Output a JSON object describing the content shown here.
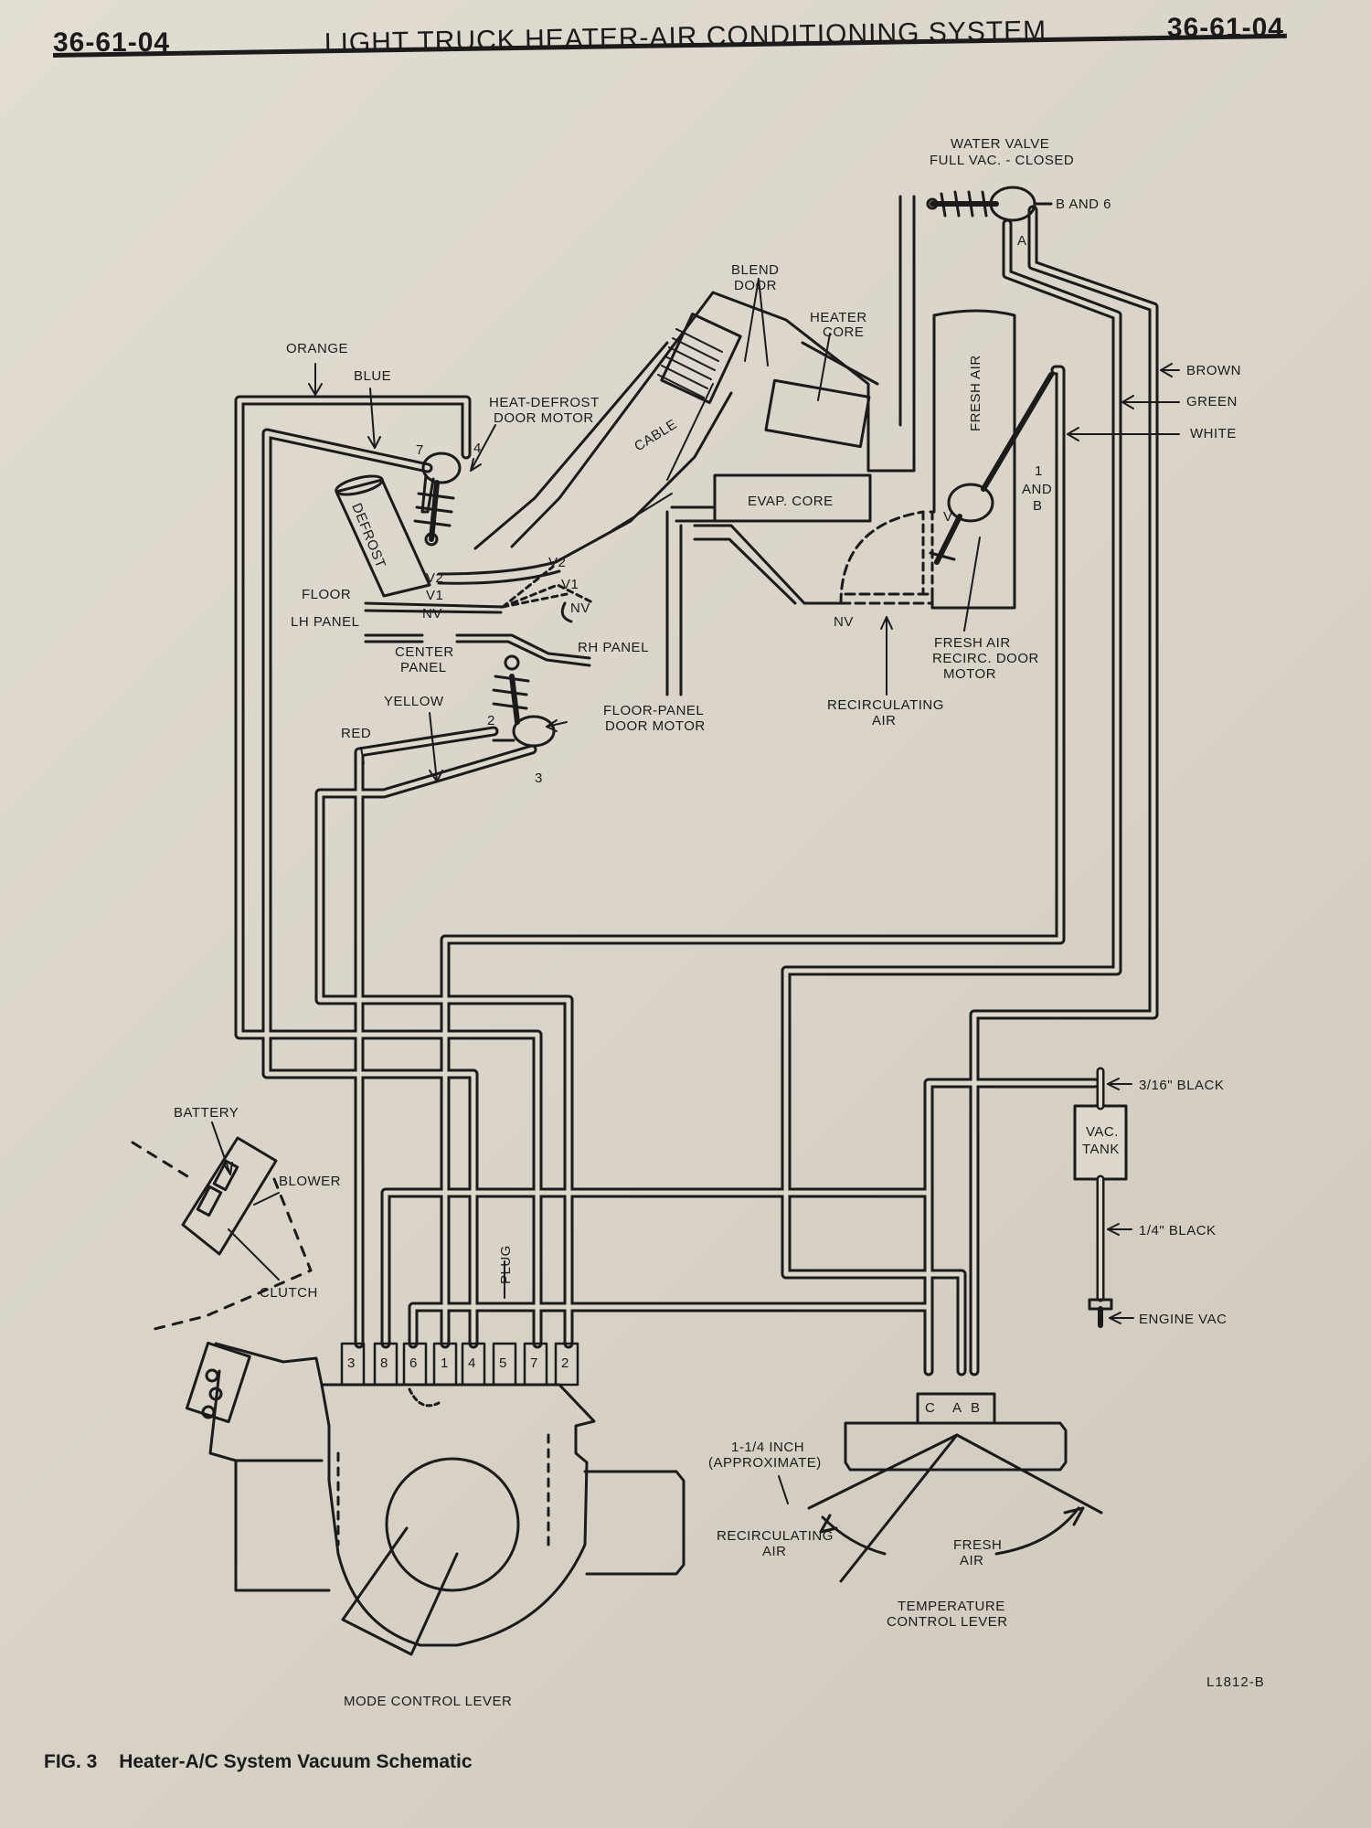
{
  "header": {
    "left_code": "36-61-04",
    "title": "LIGHT TRUCK HEATER-AIR CONDITIONING SYSTEM",
    "right_code": "36-61-04"
  },
  "labels": {
    "water_valve": "WATER VALVE",
    "full_vac_closed": "FULL VAC. - CLOSED",
    "b_and_6": "B AND 6",
    "port_a": "A",
    "blend_door_1": "BLEND",
    "blend_door_2": "DOOR",
    "heater_core_1": "HEATER",
    "heater_core_2": "CORE",
    "fresh_air": "FRESH AIR",
    "brown": "BROWN",
    "green": "GREEN",
    "white": "WHITE",
    "one": "1",
    "and": "AND",
    "b": "B",
    "orange": "ORANGE",
    "blue": "BLUE",
    "heat_defrost_1": "HEAT-DEFROST",
    "heat_defrost_2": "DOOR MOTOR",
    "port_7": "7",
    "port_4": "4",
    "cable": "CABLE",
    "defrost": "DEFROST",
    "evap_core": "EVAP. CORE",
    "v_small": "V",
    "v2": "V2",
    "v1": "V1",
    "nv": "NV",
    "floor": "FLOOR",
    "lh_panel": "LH PANEL",
    "center_panel_1": "CENTER",
    "center_panel_2": "PANEL",
    "rh_panel": "RH PANEL",
    "fresh_recirc_1": "FRESH AIR",
    "fresh_recirc_2": "RECIRC. DOOR",
    "fresh_recirc_3": "MOTOR",
    "recirc_air_1": "RECIRCULATING",
    "recirc_air_2": "AIR",
    "yellow": "YELLOW",
    "red": "RED",
    "floor_panel_1": "FLOOR-PANEL",
    "floor_panel_2": "DOOR MOTOR",
    "port_2": "2",
    "port_3": "3",
    "black_316": "3/16\" BLACK",
    "vac_tank_1": "VAC.",
    "vac_tank_2": "TANK",
    "black_14": "1/4\" BLACK",
    "engine_vac": "ENGINE VAC",
    "battery": "BATTERY",
    "blower": "BLOWER",
    "clutch": "CLUTCH",
    "plug": "PLUG",
    "ports": [
      "3",
      "8",
      "6",
      "1",
      "4",
      "5",
      "7",
      "2"
    ],
    "port_c": "C",
    "port_a2": "A",
    "port_b2": "B",
    "inch_1": "1-1/4 INCH",
    "inch_2": "(APPROXIMATE)",
    "recirc_lever_1": "RECIRCULATING",
    "recirc_lever_2": "AIR",
    "fresh_lever_1": "FRESH",
    "fresh_lever_2": "AIR",
    "temp_lever_1": "TEMPERATURE",
    "temp_lever_2": "CONTROL LEVER",
    "mode_lever": "MODE CONTROL LEVER"
  },
  "footer": {
    "code": "L1812-B",
    "fig": "FIG. 3",
    "caption": "Heater-A/C System Vacuum Schematic"
  }
}
